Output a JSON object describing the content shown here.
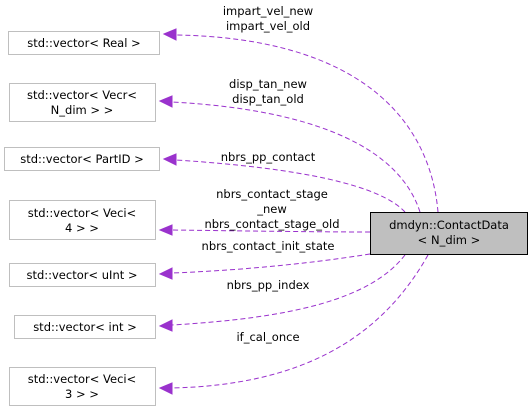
{
  "main_node": {
    "line1": "dmdyn::ContactData",
    "line2": "< N_dim >",
    "fill": "#bfbfbf"
  },
  "nodes": [
    {
      "id": "real",
      "line1": "std::vector< Real >"
    },
    {
      "id": "vecr",
      "line1": "std::vector< Vecr<",
      "line2": "N_dim > >"
    },
    {
      "id": "partid",
      "line1": "std::vector< PartID >"
    },
    {
      "id": "veci4",
      "line1": "std::vector< Veci<",
      "line2": "4 > >"
    },
    {
      "id": "uint",
      "line1": "std::vector< uInt >"
    },
    {
      "id": "int",
      "line1": "std::vector< int >"
    },
    {
      "id": "veci3",
      "line1": "std::vector< Veci<",
      "line2": "3 > >"
    }
  ],
  "edge_labels": {
    "impart_vel_new": "impart_vel_new",
    "impart_vel_old": "impart_vel_old",
    "disp_tan_new": "disp_tan_new",
    "disp_tan_old": "disp_tan_old",
    "nbrs_pp_contact": "nbrs_pp_contact",
    "nbrs_contact_stage_1": "nbrs_contact_stage",
    "nbrs_contact_stage_2": "_new",
    "nbrs_contact_stage_3": "nbrs_contact_stage_old",
    "nbrs_contact_init_state": "nbrs_contact_init_state",
    "nbrs_pp_index": "nbrs_pp_index",
    "if_cal_once": "if_cal_once"
  },
  "colors": {
    "edge": "#9a32cd",
    "node_border": "#bfbfbf",
    "main_border": "#000000"
  }
}
